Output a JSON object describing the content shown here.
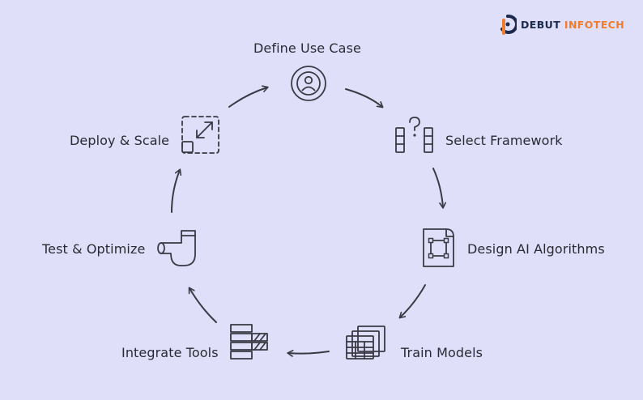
{
  "brand": {
    "name_part1": "DEBUT",
    "name_part2": "INFOTECH",
    "primary_color": "#1b2a4e",
    "accent_color": "#f07c2d"
  },
  "background_color": "#dfdffa",
  "steps": [
    {
      "label": "Define Use Case",
      "icon": "user-circle-icon"
    },
    {
      "label": "Select Framework",
      "icon": "framework-question-icon"
    },
    {
      "label": "Design AI Algorithms",
      "icon": "document-nodes-icon"
    },
    {
      "label": "Train Models",
      "icon": "stacked-tables-icon"
    },
    {
      "label": "Integrate Tools",
      "icon": "stacked-bars-icon"
    },
    {
      "label": "Test & Optimize",
      "icon": "pipe-icon"
    },
    {
      "label": "Deploy & Scale",
      "icon": "expand-box-icon"
    }
  ]
}
